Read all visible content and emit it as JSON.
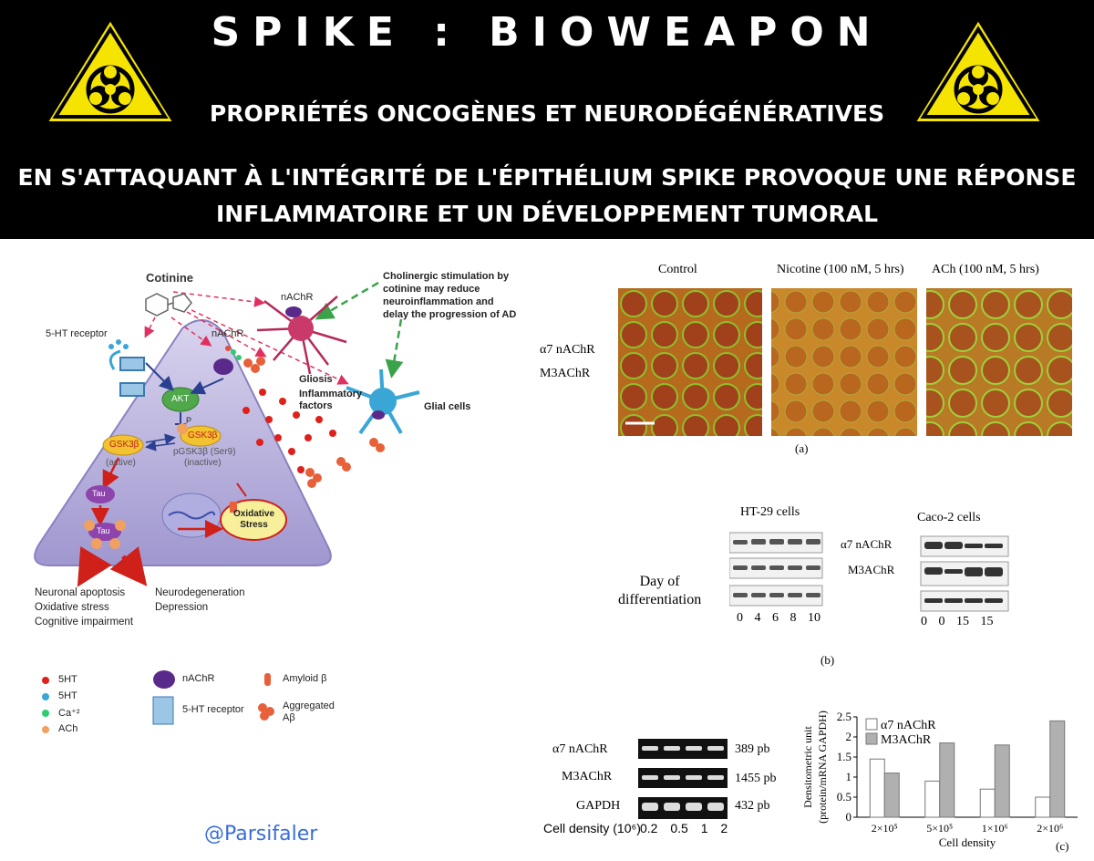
{
  "banner": {
    "title": "SPIKE : BIOWEAPON",
    "subtitle": "PROPRIÉTÉS ONCOGÈNES ET NEURODÉGÉNÉRATIVES",
    "headline_line1": "EN S'ATTAQUANT À L'INTÉGRITÉ DE L'ÉPITHÉLIUM SPIKE PROVOQUE UNE RÉPONSE",
    "headline_line2": "INFLAMMATOIRE ET UN DÉVELOPPEMENT TUMORAL",
    "icon": "biohazard-icon",
    "colors": {
      "background": "#000000",
      "hazard_yellow": "#f5e400"
    }
  },
  "diagram": {
    "cotinine": "Cotinine",
    "nachr_top": "nAChR",
    "ht_receptor": "5-HT receptor",
    "nachr_left": "nAChR",
    "cholinergic": [
      "Cholinergic stimulation by",
      "cotinine may reduce",
      "neuroinflammation and",
      "delay the progression of AD"
    ],
    "gliosis": "Gliosis",
    "inflammatory": [
      "Inflammatory",
      "factors"
    ],
    "glial": "Glial cells",
    "akt": "AKT",
    "p1": "P",
    "gsk_active": "GSK3β",
    "gsk_active_label": "(active)",
    "gsk_inactive": "GSK3β",
    "pgsk": "pGSK3β (Ser9)",
    "inactive": "(inactive)",
    "tau": "Tau",
    "tau2": "Tau",
    "oxidative": [
      "Oxidative",
      "Stress"
    ],
    "outcome_left": [
      "Neuronal apoptosis",
      "Oxidative stress",
      "Cognitive impairment"
    ],
    "outcome_right": [
      "Neurodegeneration",
      "Depression"
    ],
    "legend": {
      "ht5_red": "5HT",
      "ht5_blue": "5HT",
      "ca": "Ca⁺²",
      "ach": "ACh",
      "nachr": "nAChR",
      "ht_receptor": "5-HT receptor",
      "amyloid": "Amyloid β",
      "aggregated": [
        "Aggregated",
        "Aβ"
      ]
    },
    "watermark": "@Parsifaler"
  },
  "microscopy": {
    "headers": [
      "Control",
      "Nicotine (100 nM, 5 hrs)",
      "ACh (100 nM, 5 hrs)"
    ],
    "row_labels": [
      "α7 nAChR",
      "M3AChR"
    ],
    "caption": "(a)"
  },
  "blots": {
    "ht29": "HT-29 cells",
    "caco2": "Caco-2 cells",
    "day_label": [
      "Day of",
      "differentiation"
    ],
    "ht29_days": [
      "0",
      "4",
      "6",
      "8",
      "10"
    ],
    "caco2_days": [
      "0",
      "0",
      "15",
      "15"
    ],
    "row_labels": [
      "α7 nAChR",
      "M3AChR"
    ],
    "caption": "(b)"
  },
  "gel": {
    "rows": [
      {
        "label": "α7 nAChR",
        "size": "389 pb"
      },
      {
        "label": "M3AChR",
        "size": "1455 pb"
      },
      {
        "label": "GAPDH",
        "size": "432 pb"
      }
    ],
    "density_label": "Cell density (10⁶)",
    "densities": [
      "0.2",
      "0.5",
      "1",
      "2"
    ]
  },
  "chart_data": {
    "type": "bar",
    "categories": [
      "2×10⁵",
      "5×10⁵",
      "1×10⁶",
      "2×10⁶"
    ],
    "series": [
      {
        "name": "α7 nAChR",
        "values": [
          1.45,
          0.9,
          0.7,
          0.5
        ],
        "color": "#ffffff"
      },
      {
        "name": "M3AChR",
        "values": [
          1.1,
          1.85,
          1.8,
          2.4
        ],
        "color": "#b0b0b0"
      }
    ],
    "xlabel": "Cell density",
    "ylabel": [
      "Densitometric unit",
      "(protein/mRNA GAPDH)"
    ],
    "ylim": [
      0,
      2.5
    ],
    "yticks": [
      "0",
      "0.5",
      "1",
      "1.5",
      "2",
      "2.5"
    ],
    "legend_position": "top-left",
    "caption": "(c)"
  }
}
